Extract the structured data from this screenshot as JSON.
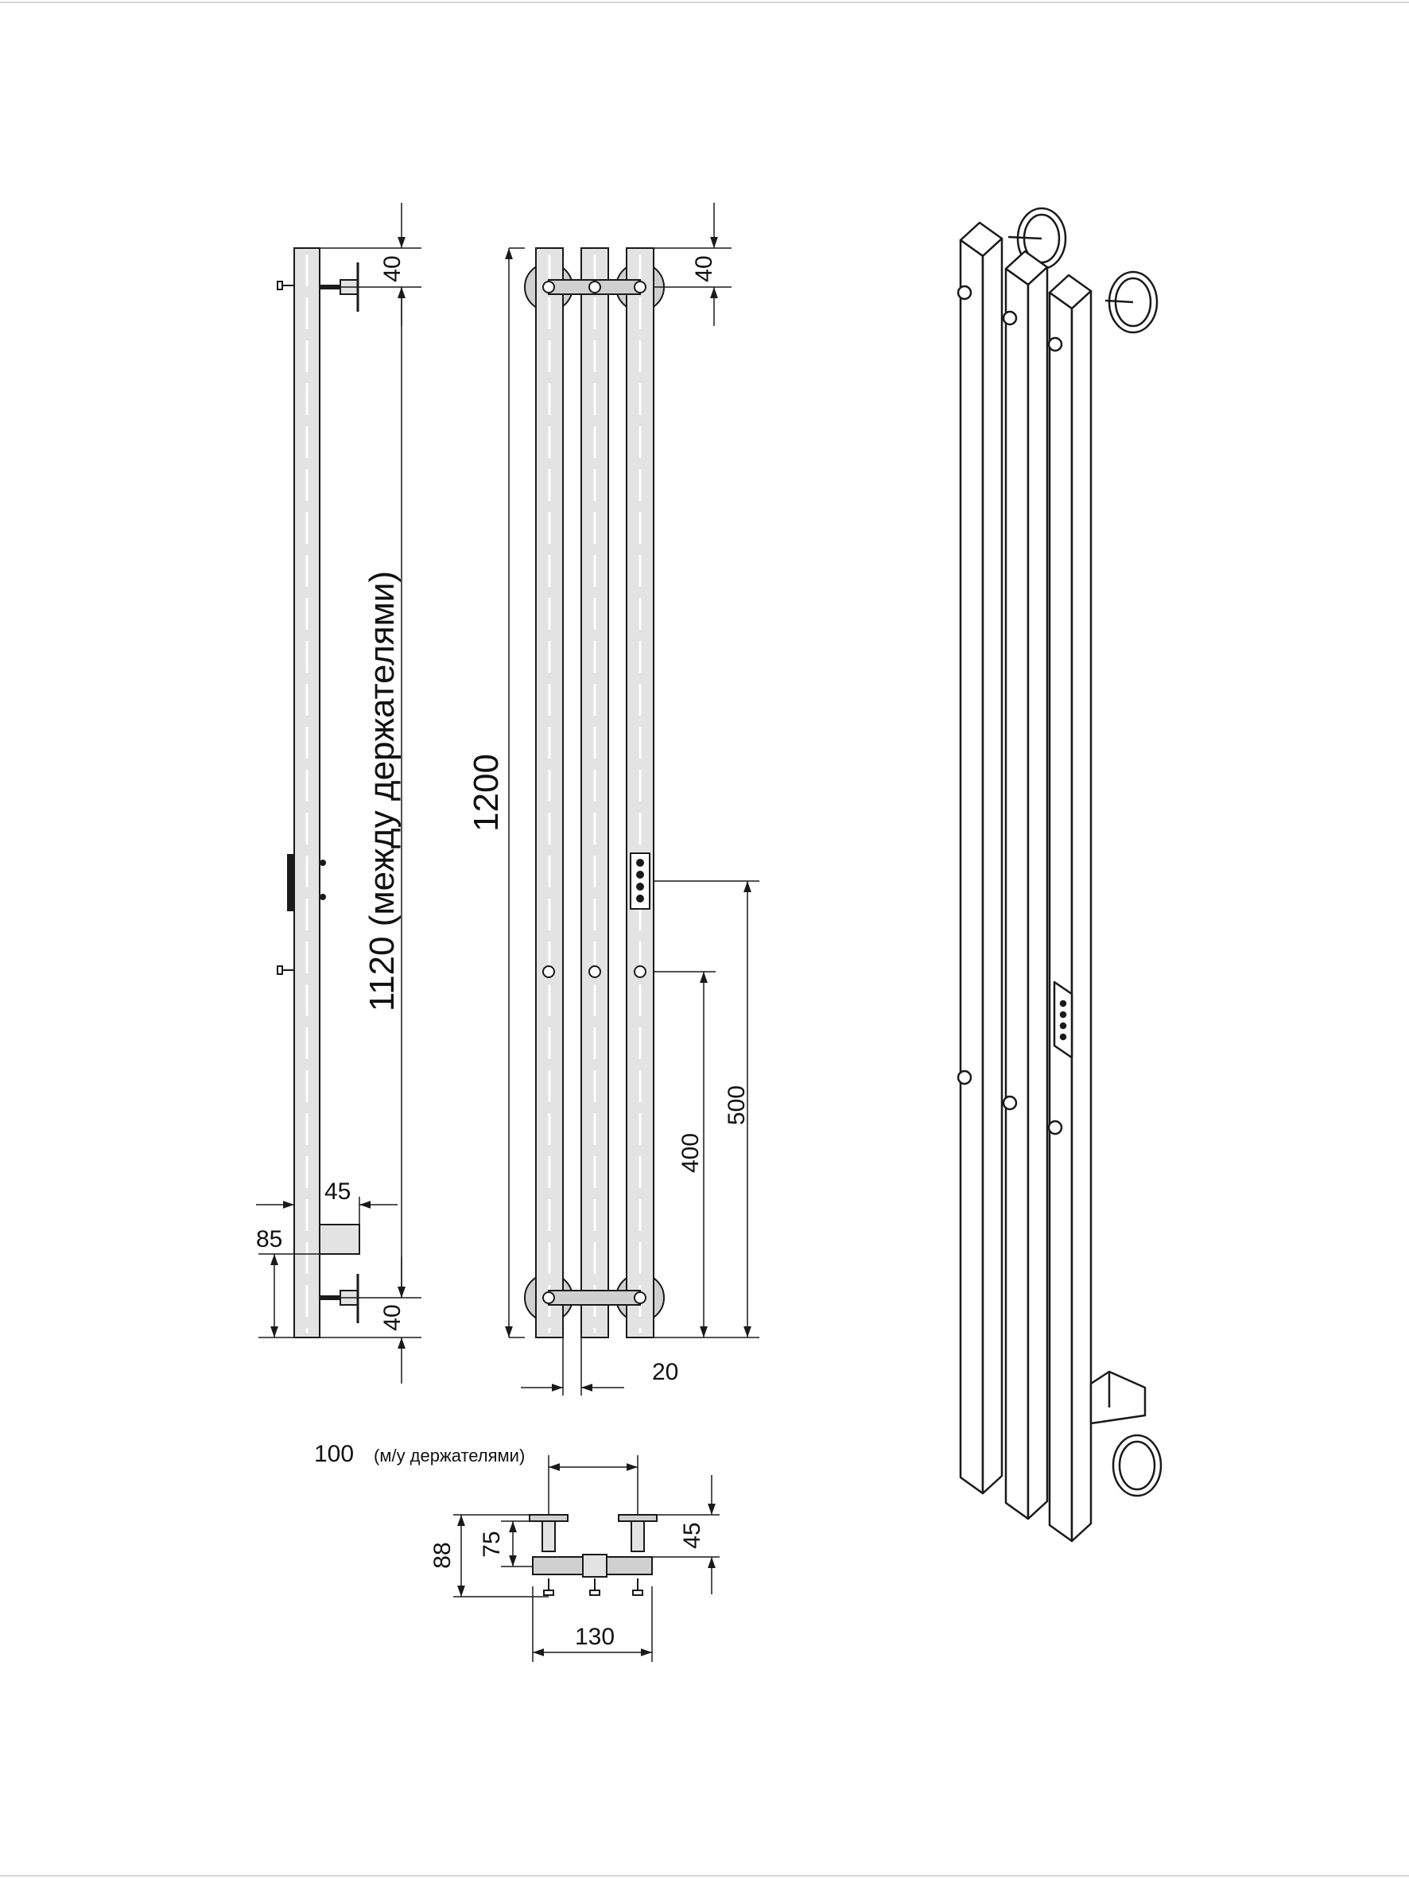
{
  "colors": {
    "line": "#1a1a1a",
    "pipe_fill": "#e3e3e3",
    "bracket_fill": "#d0d0d0",
    "background": "#ffffff"
  },
  "dimensions": {
    "side_top_gap": "40",
    "side_between_holders": "1120 (между держателями)",
    "side_bottom_gap": "40",
    "side_cable_offset": "45",
    "side_cable_height": "85",
    "front_top_gap": "40",
    "front_total_height": "1200",
    "front_control_height": "500",
    "front_mid_holder_height": "400",
    "front_pipe_width": "20",
    "top_holder_spacing_value": "100",
    "top_holder_spacing_note": "(м/у держателями)",
    "top_depth": "88",
    "top_wall_depth": "75",
    "top_bracket_depth": "45",
    "top_width": "130"
  },
  "icons": {
    "control_panel": "temperature-control-panel-icon"
  }
}
